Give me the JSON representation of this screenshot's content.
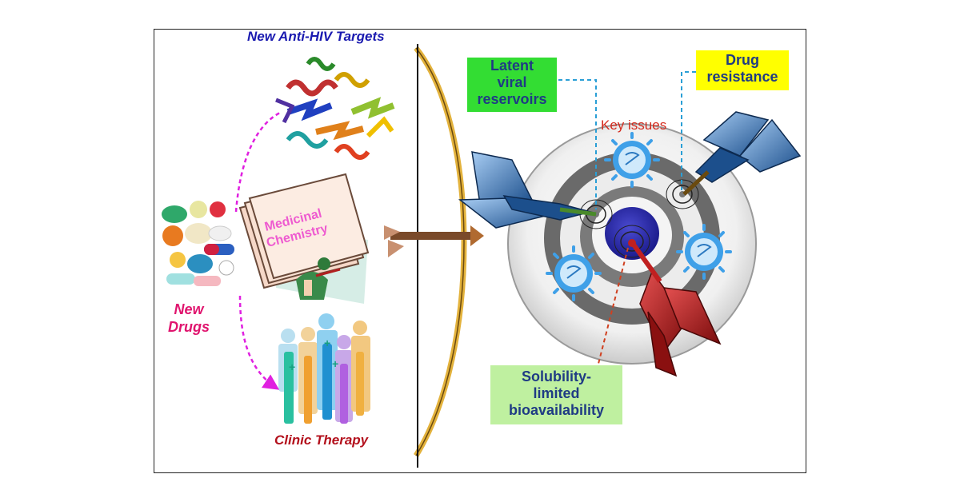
{
  "labels": {
    "targets": "New Anti-HIV Targets",
    "medchem_line1": "Medicinal",
    "medchem_line2": "Chemistry",
    "new_drugs_line1": "New",
    "new_drugs_line2": "Drugs",
    "clinic": "Clinic Therapy",
    "key_issues": "Key issues"
  },
  "issues": {
    "latent": [
      "Latent",
      "viral",
      "reservoirs"
    ],
    "drug_resistance": [
      "Drug",
      "resistance"
    ],
    "solubility": [
      "Solubility-",
      "limited",
      "bioavailability"
    ]
  },
  "colors": {
    "targets_text": "#1a1ab0",
    "new_drugs_text": "#e0146e",
    "clinic_text": "#b3101c",
    "key_issues_text": "#d42a1d",
    "medchem_text": "#ee5ad0",
    "latent_box": "#33dd33",
    "drug_resistance_box": "#ffff00",
    "solubility_box": "#bff0a0",
    "arrow_magenta": "#e020e0",
    "leader_cyan": "#2a9fd6"
  }
}
